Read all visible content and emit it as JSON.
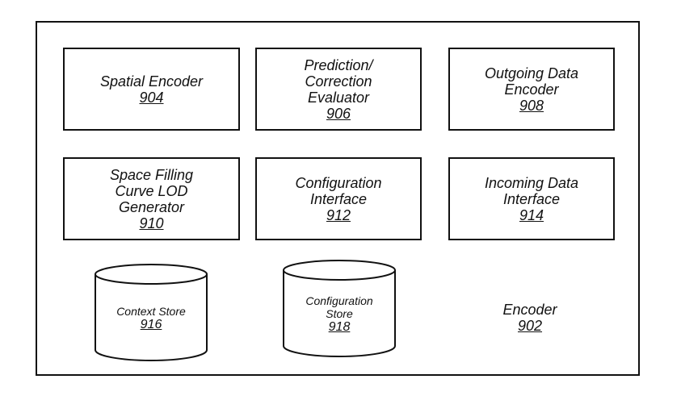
{
  "diagram": {
    "boxes": [
      {
        "id": "spatial-encoder",
        "lines": [
          "Spatial Encoder"
        ],
        "ref": "904"
      },
      {
        "id": "prediction-correction-evaluator",
        "lines": [
          "Prediction/",
          "Correction",
          "Evaluator"
        ],
        "ref": "906"
      },
      {
        "id": "outgoing-data-encoder",
        "lines": [
          "Outgoing Data",
          "Encoder"
        ],
        "ref": "908"
      },
      {
        "id": "space-filling-curve-lod-generator",
        "lines": [
          "Space Filling",
          "Curve LOD",
          "Generator"
        ],
        "ref": "910"
      },
      {
        "id": "configuration-interface",
        "lines": [
          "Configuration",
          "Interface"
        ],
        "ref": "912"
      },
      {
        "id": "incoming-data-interface",
        "lines": [
          "Incoming Data",
          "Interface"
        ],
        "ref": "914"
      }
    ],
    "stores": [
      {
        "id": "context-store",
        "lines": [
          "Context Store"
        ],
        "ref": "916"
      },
      {
        "id": "configuration-store",
        "lines": [
          "Configuration",
          "Store"
        ],
        "ref": "918"
      }
    ],
    "container": {
      "label": "Encoder",
      "ref": "902"
    }
  }
}
